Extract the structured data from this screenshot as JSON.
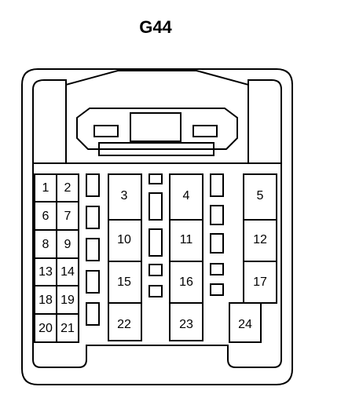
{
  "connector": {
    "title": "G44",
    "pins": [
      {
        "label": "1"
      },
      {
        "label": "2"
      },
      {
        "label": "6"
      },
      {
        "label": "7"
      },
      {
        "label": "8"
      },
      {
        "label": "9"
      },
      {
        "label": "13"
      },
      {
        "label": "14"
      },
      {
        "label": "18"
      },
      {
        "label": "19"
      },
      {
        "label": "20"
      },
      {
        "label": "21"
      },
      {
        "label": "3"
      },
      {
        "label": "10"
      },
      {
        "label": "15"
      },
      {
        "label": "22"
      },
      {
        "label": "4"
      },
      {
        "label": "11"
      },
      {
        "label": "16"
      },
      {
        "label": "23"
      },
      {
        "label": "5"
      },
      {
        "label": "12"
      },
      {
        "label": "17"
      },
      {
        "label": "24"
      }
    ]
  }
}
